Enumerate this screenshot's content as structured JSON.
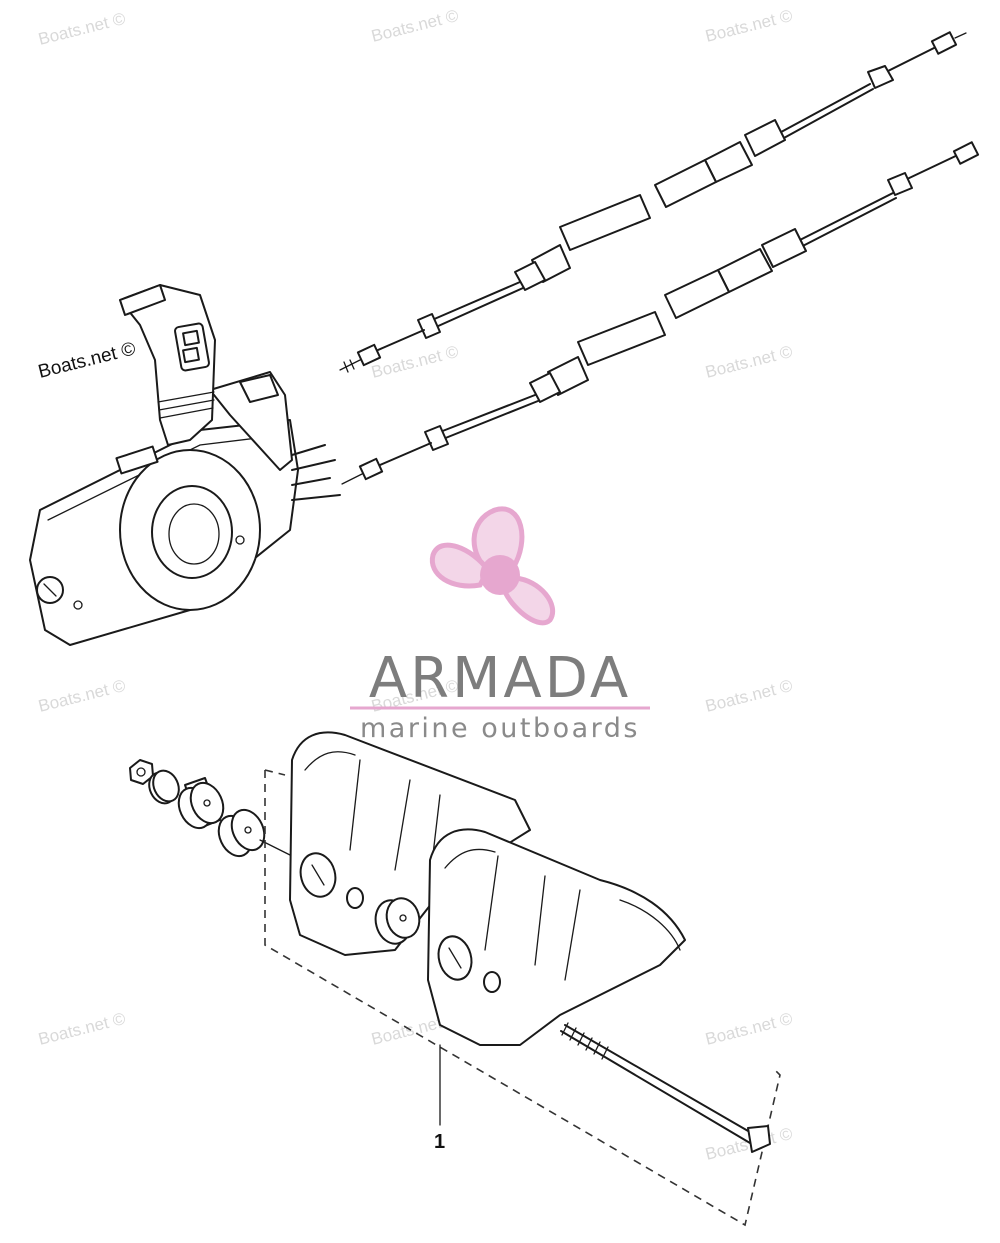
{
  "watermarks": [
    "Boats.net ©",
    "Boats.net ©",
    "Boats.net ©",
    "Boats.net ©",
    "Boats.net ©",
    "Boats.net ©",
    "Boats.net ©",
    "Boats.net ©",
    "Boats.net ©",
    "Boats.net ©",
    "Boats.net ©",
    "Boats.net ©"
  ],
  "dark_watermark": "Boats.net ©",
  "logo": {
    "name": "ARMADA",
    "tagline": "marine outboards",
    "propeller_color": "#e6a7cf",
    "hub_color": "#e6a7cf",
    "text_color": "#7d7d7d",
    "rule_color": "#e6a7cf"
  },
  "callouts": [
    {
      "label": "1"
    }
  ]
}
